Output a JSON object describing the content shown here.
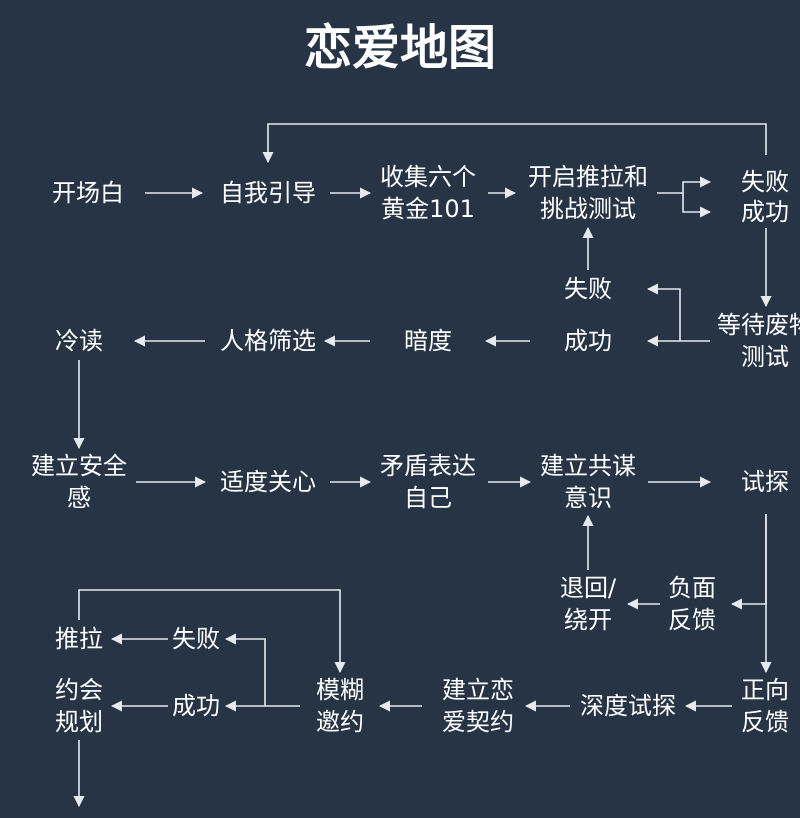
{
  "title": "恋爱地图",
  "colors": {
    "background": "#263445",
    "text": "#ffffff",
    "line": "#e6e9ee"
  },
  "nodes": {
    "kaichangbai": [
      "开场白"
    ],
    "ziwo_yindao": [
      "自我引导"
    ],
    "shouji_huangjin": [
      "收集六个",
      "黄金101"
    ],
    "kaiqi_tuila": [
      "开启推拉和",
      "挑战测试"
    ],
    "shibai_1": [
      "失败"
    ],
    "chenggong_1": [
      "成功"
    ],
    "shibai_2": [
      "失败"
    ],
    "chenggong_2": [
      "成功"
    ],
    "dengdai_feiwu": [
      "等待废物",
      "测试"
    ],
    "andu": [
      "暗度"
    ],
    "renge_shaixuan": [
      "人格筛选"
    ],
    "lengdu": [
      "冷读"
    ],
    "jianli_anquangan": [
      "建立安全",
      "感"
    ],
    "shidu_guanxin": [
      "适度关心"
    ],
    "maodun_biaoda": [
      "矛盾表达",
      "自己"
    ],
    "jianli_gongmou": [
      "建立共谋",
      "意识"
    ],
    "shitan": [
      "试探"
    ],
    "tuihui_raokai": [
      "退回/",
      "绕开"
    ],
    "fumian_fankui": [
      "负面",
      "反馈"
    ],
    "zhengxiang_fankui": [
      "正向",
      "反馈"
    ],
    "shendu_shitan": [
      "深度试探"
    ],
    "jianli_lianai_qiyue": [
      "建立恋",
      "爱契约"
    ],
    "mohu_yaoyue": [
      "模糊",
      "邀约"
    ],
    "shibai_3": [
      "失败"
    ],
    "chenggong_3": [
      "成功"
    ],
    "tuila": [
      "推拉"
    ],
    "yuehui_guihua": [
      "约会",
      "规划"
    ]
  }
}
